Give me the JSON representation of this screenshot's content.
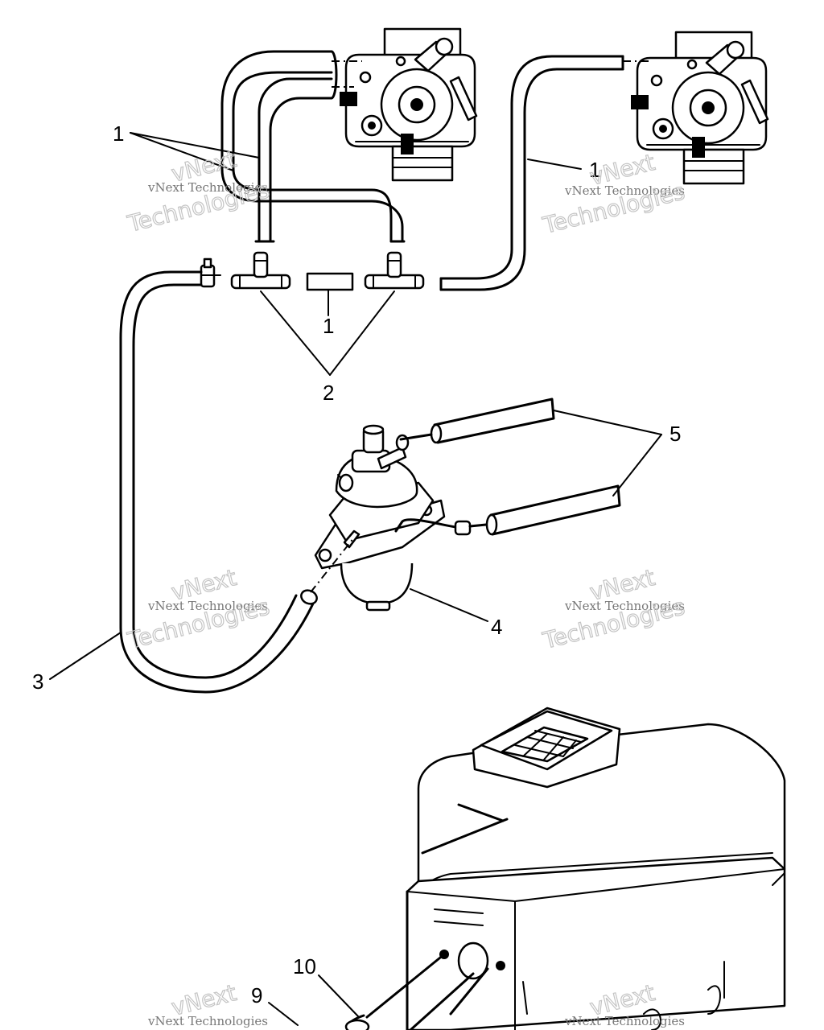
{
  "callouts": {
    "c1a": "1",
    "c1b": "1",
    "c1c": "1",
    "c2": "2",
    "c3": "3",
    "c4": "4",
    "c5": "5",
    "c9": "9",
    "c10": "10"
  },
  "watermark": {
    "logo_text": "vNext",
    "line": "vNext Technologies",
    "big": "Technologies"
  }
}
